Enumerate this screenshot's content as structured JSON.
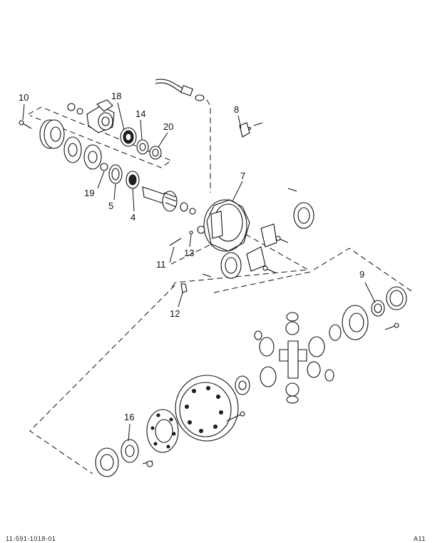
{
  "callouts": {
    "c10": "10",
    "c18": "18",
    "c14": "14",
    "c20": "20",
    "c8": "8",
    "c7": "7",
    "c19": "19",
    "c5": "5",
    "c4": "4",
    "c11": "11",
    "c13": "13",
    "c12": "12",
    "c9": "9",
    "c16": "16"
  },
  "footer": {
    "left": "11-591-1018-01",
    "right": "A11"
  }
}
